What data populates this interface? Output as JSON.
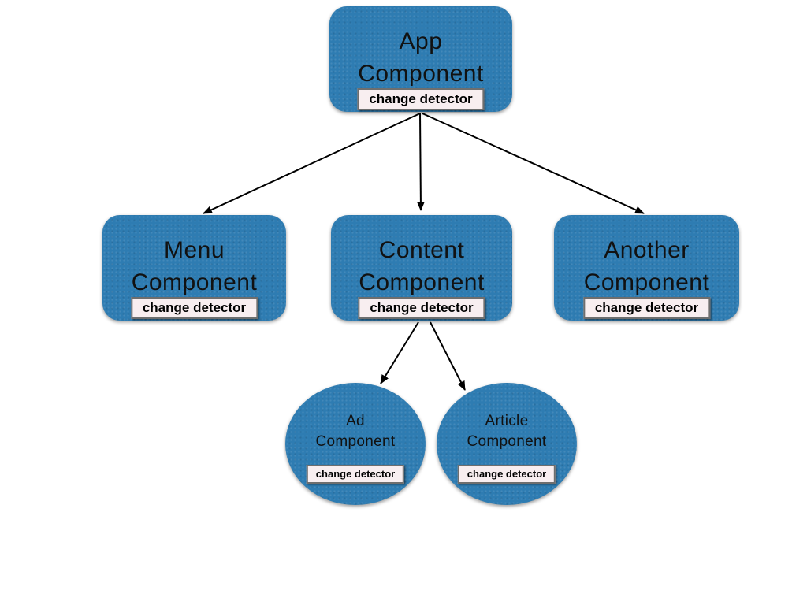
{
  "colors": {
    "background": "#FFFFFF",
    "node_fill": "#2E7CB2",
    "node_text": "#111111",
    "badge_background": "#F8EEF0",
    "badge_border": "#6E6E6E",
    "badge_text": "#000000",
    "arrow": "#000000"
  },
  "nodes": {
    "app": {
      "line1": "App",
      "line2": "Component",
      "badge": "change detector",
      "shape": "rounded-rect"
    },
    "menu": {
      "line1": "Menu",
      "line2": "Component",
      "badge": "change detector",
      "shape": "rounded-rect"
    },
    "content": {
      "line1": "Content",
      "line2": "Component",
      "badge": "change detector",
      "shape": "rounded-rect"
    },
    "another": {
      "line1": "Another",
      "line2": "Component",
      "badge": "change detector",
      "shape": "rounded-rect"
    },
    "ad": {
      "line1": "Ad",
      "line2": "Component",
      "badge": "change detector",
      "shape": "ellipse"
    },
    "article": {
      "line1": "Article",
      "line2": "Component",
      "badge": "change detector",
      "shape": "ellipse"
    }
  },
  "edges": [
    {
      "from": "app",
      "to": "menu"
    },
    {
      "from": "app",
      "to": "content"
    },
    {
      "from": "app",
      "to": "another"
    },
    {
      "from": "content",
      "to": "ad"
    },
    {
      "from": "content",
      "to": "article"
    }
  ]
}
